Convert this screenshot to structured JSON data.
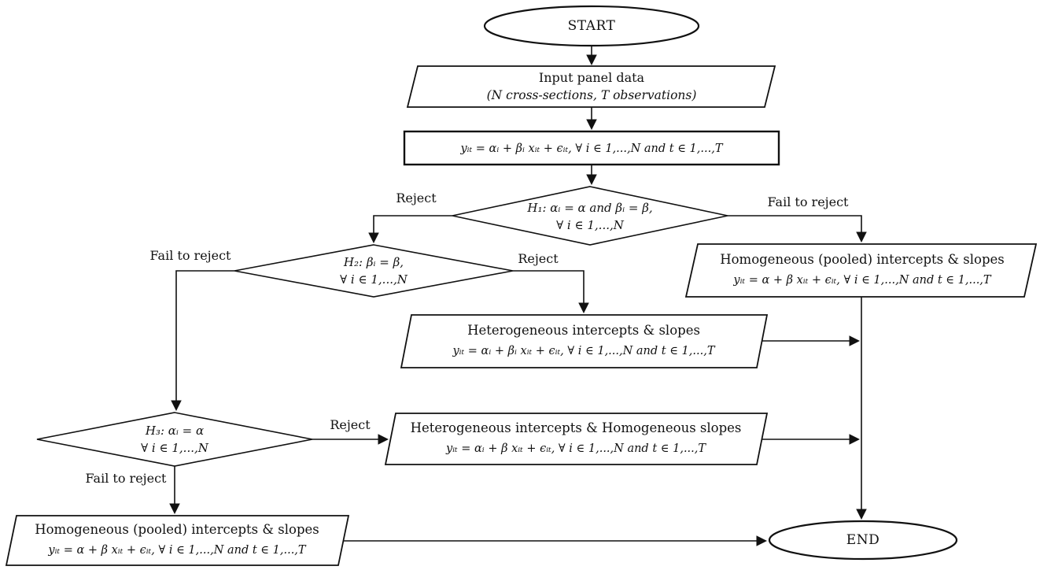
{
  "nodes": {
    "start": {
      "label": "START"
    },
    "input": {
      "line1": "Input panel data",
      "line2": "(N cross-sections, T observations)"
    },
    "model": {
      "equation": "yᵢₜ = αᵢ + βᵢ xᵢₜ + ϵᵢₜ, ∀ i ∈ 1,...,N and t ∈ 1,...,T"
    },
    "h1": {
      "line1": "H₁: αᵢ = α and βᵢ = β,",
      "line2": "∀ i ∈ 1,...,N"
    },
    "h2": {
      "line1": "H₂: βᵢ = β,",
      "line2": "∀ i ∈ 1,...,N"
    },
    "h3": {
      "line1": "H₃:  αᵢ = α",
      "line2": "∀ i ∈ 1,...,N"
    },
    "pooled_right": {
      "title": "Homogeneous (pooled) intercepts & slopes",
      "equation": "yᵢₜ = α + β xᵢₜ + ϵᵢₜ, ∀ i ∈ 1,...,N and t ∈ 1,...,T"
    },
    "heterogeneous": {
      "title": "Heterogeneous intercepts & slopes",
      "equation": "yᵢₜ = αᵢ + βᵢ xᵢₜ + ϵᵢₜ, ∀ i ∈ 1,...,N and t ∈ 1,...,T"
    },
    "het_hom": {
      "title": "Heterogeneous intercepts & Homogeneous slopes",
      "equation": "yᵢₜ = αᵢ + β xᵢₜ + ϵᵢₜ, ∀ i ∈ 1,...,N and t ∈ 1,...,T"
    },
    "pooled_bottom": {
      "title": "Homogeneous (pooled) intercepts & slopes",
      "equation": "yᵢₜ = α + β xᵢₜ + ϵᵢₜ, ∀ i ∈ 1,...,N and t ∈ 1,...,T"
    },
    "end": {
      "label": "END"
    }
  },
  "edge_labels": {
    "h1_reject": "Reject",
    "h1_fail": "Fail to reject",
    "h2_fail": "Fail to reject",
    "h2_reject": "Reject",
    "h3_reject": "Reject",
    "h3_fail": "Fail to reject"
  },
  "colors": {
    "stroke": "#111111",
    "background": "#ffffff",
    "text": "#111111"
  }
}
